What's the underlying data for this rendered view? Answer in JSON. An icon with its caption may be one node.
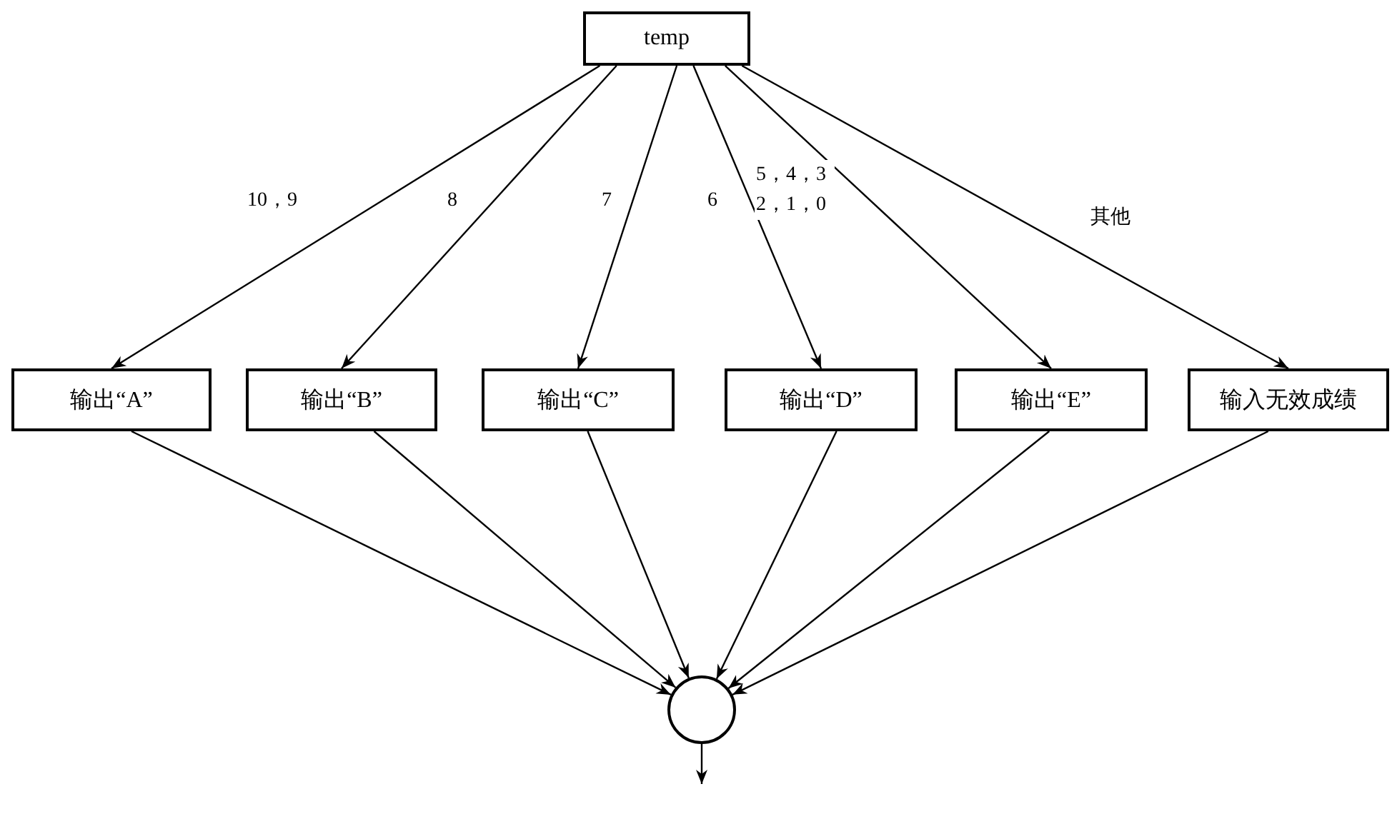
{
  "diagram": {
    "nodes": [
      {
        "text": [
          "temp"
        ]
      },
      {
        "text": [
          "输出“A”"
        ]
      },
      {
        "text": [
          "输出“B”"
        ]
      },
      {
        "text": [
          "输出“C”"
        ]
      },
      {
        "text": [
          "输出“D”"
        ]
      },
      {
        "text": [
          "输出“E”"
        ]
      },
      {
        "text": [
          "输入无效成绩"
        ]
      },
      {
        "text": [],
        "shape": "circle"
      }
    ],
    "edges": [
      {
        "from": 0,
        "to": 1,
        "arrow": "to",
        "label": "10，9"
      },
      {
        "from": 0,
        "to": 2,
        "arrow": "to",
        "label": "8"
      },
      {
        "from": 0,
        "to": 3,
        "arrow": "to",
        "label": "7"
      },
      {
        "from": 0,
        "to": 4,
        "arrow": "to",
        "label": "6"
      },
      {
        "from": 0,
        "to": 5,
        "arrow": "to",
        "label": "5，4，3 2，1，0"
      },
      {
        "from": 0,
        "to": 6,
        "arrow": "to",
        "label": "其他"
      },
      {
        "from": 1,
        "to": 7,
        "arrow": "to"
      },
      {
        "from": 2,
        "to": 7,
        "arrow": "to"
      },
      {
        "from": 3,
        "to": 7,
        "arrow": "to"
      },
      {
        "from": 4,
        "to": 7,
        "arrow": "to"
      },
      {
        "from": 5,
        "to": 7,
        "arrow": "to"
      },
      {
        "from": 6,
        "to": 7,
        "arrow": "to"
      },
      {
        "from": 7,
        "to": null,
        "arrow": "to"
      }
    ]
  }
}
